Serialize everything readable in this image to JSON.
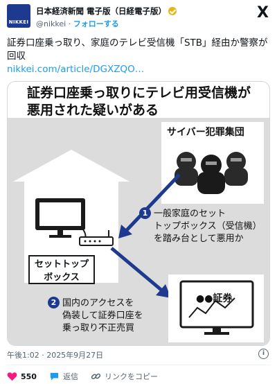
{
  "account": {
    "logo_text": "NIKKEI",
    "name": "日本経済新聞 電子版（日経電子版）",
    "handle": "@nikkei",
    "separator": "·",
    "follow_label": "フォローする",
    "x_logo": "X"
  },
  "tweet": {
    "text": "証券口座乗っ取り、家庭のテレビ受信機「STB」経由か警察が回収",
    "link": "nikkei.com/article/DGXZQO…"
  },
  "image": {
    "title_line1": "証券口座乗っ取りにテレビ用受信機が",
    "title_line2": "悪用された疑いがある",
    "gang_label": "サイバー犯罪集団",
    "step1_num": "1",
    "step1_line1": "一般家庭のセット",
    "step1_line2": "トップボックス（受信機）",
    "step1_line3": "を踏み台として悪用か",
    "stb_line1": "セットトップ",
    "stb_line2": "ボックス",
    "step2_num": "2",
    "step2_line1": "国内のアクセスを",
    "step2_line2": "偽装して証券口座を",
    "step2_line3": "乗っ取り不正売買",
    "stock_label": "●●証券"
  },
  "meta": {
    "timestamp": "午後1:02 · 2025年9月27日",
    "info_icon": "i"
  },
  "actions": {
    "likes": "550",
    "reply_label": "返信",
    "copy_link_label": "リンクをコピー"
  },
  "colors": {
    "accent": "#1d9bf0",
    "navy": "#1d3a8f",
    "heart": "#f91880",
    "panel": "#dcdcdc"
  }
}
